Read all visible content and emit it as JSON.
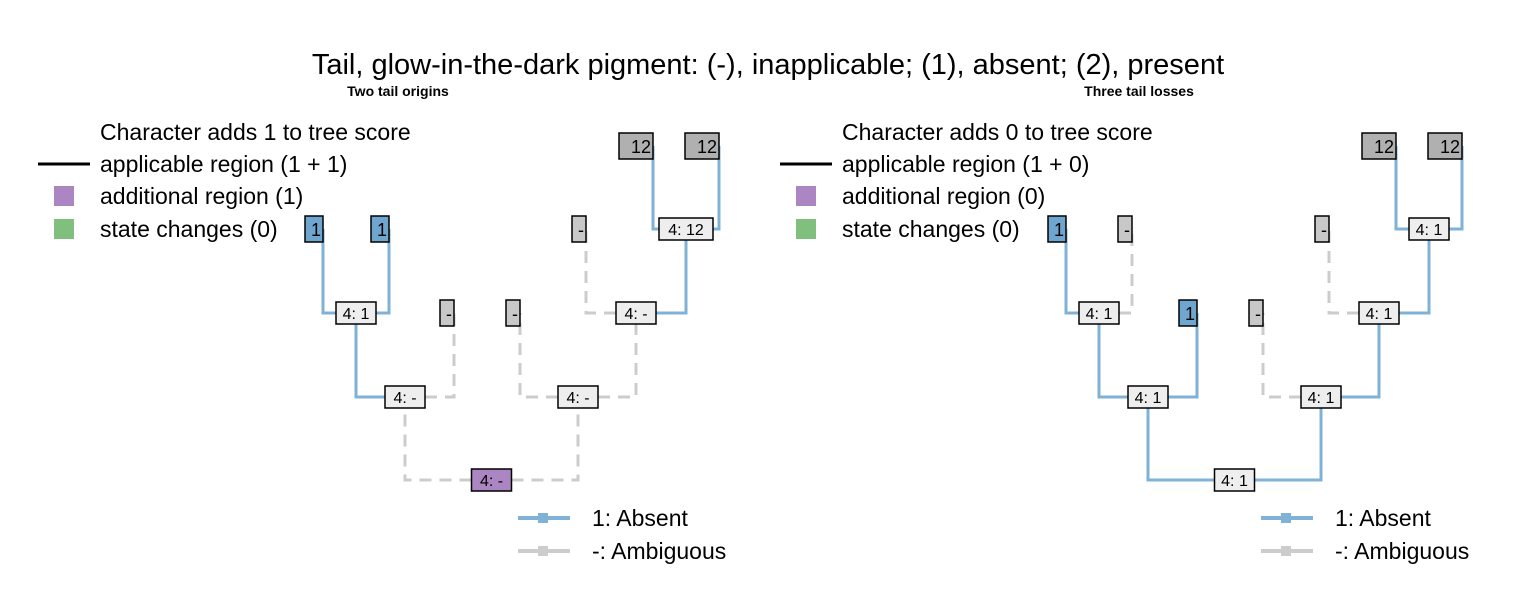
{
  "title": "Tail, glow-in-the-dark pigment: (-), inapplicable; (1), absent; (2), present",
  "colors": {
    "absent": "#7fb2d6",
    "absent_tip": "#6fa6d0",
    "ambiguous": "#cccccc",
    "inapplicable_tip": "#c8c8c8",
    "multi_tip": "#b0b0b0",
    "node_fill": "#eeeeee",
    "additional_region": "#ab86c2",
    "state_changes": "#80bf7e",
    "applicable_region": "#000000"
  },
  "panels": [
    {
      "subtitle": "Two tail origins",
      "legend": {
        "header": "Character adds 1 to tree score",
        "applicable": "applicable region (1 + 1)",
        "additional": "additional region (1)",
        "changes": "state changes (0)"
      },
      "tips": [
        {
          "label": "1",
          "state": "absent"
        },
        {
          "label": "1",
          "state": "absent"
        },
        {
          "label": "-",
          "state": "inapplicable"
        },
        {
          "label": "-",
          "state": "inapplicable"
        },
        {
          "label": "-",
          "state": "inapplicable"
        },
        {
          "label": "12",
          "state": "multi"
        },
        {
          "label": "12",
          "state": "multi"
        }
      ],
      "nodes": [
        {
          "id": "A",
          "label": "4: 1",
          "children": [
            "t0",
            "t1"
          ],
          "edges": [
            "absent",
            "absent"
          ],
          "highlight": false
        },
        {
          "id": "B",
          "label": "4: 12",
          "children": [
            "t5",
            "t6"
          ],
          "edges": [
            "absent",
            "absent"
          ],
          "highlight": false
        },
        {
          "id": "C",
          "label": "4: -",
          "children": [
            "t4",
            "B"
          ],
          "edges": [
            "ambiguous",
            "absent"
          ],
          "highlight": false
        },
        {
          "id": "D",
          "label": "4: -",
          "children": [
            "A",
            "t2"
          ],
          "edges": [
            "absent",
            "ambiguous"
          ],
          "highlight": false
        },
        {
          "id": "E",
          "label": "4: -",
          "children": [
            "t3",
            "C"
          ],
          "edges": [
            "ambiguous",
            "ambiguous"
          ],
          "highlight": false
        },
        {
          "id": "R",
          "label": "4: -",
          "children": [
            "D",
            "E"
          ],
          "edges": [
            "ambiguous",
            "ambiguous"
          ],
          "highlight": true
        }
      ],
      "state_legend": [
        {
          "label": "1: Absent",
          "state": "absent"
        },
        {
          "label": "-: Ambiguous",
          "state": "ambiguous"
        }
      ]
    },
    {
      "subtitle": "Three tail losses",
      "legend": {
        "header": "Character adds 0 to tree score",
        "applicable": "applicable region (1 + 0)",
        "additional": "additional region (0)",
        "changes": "state changes (0)"
      },
      "tips": [
        {
          "label": "1",
          "state": "absent"
        },
        {
          "label": "-",
          "state": "inapplicable"
        },
        {
          "label": "1",
          "state": "absent"
        },
        {
          "label": "-",
          "state": "inapplicable"
        },
        {
          "label": "-",
          "state": "inapplicable"
        },
        {
          "label": "12",
          "state": "multi"
        },
        {
          "label": "12",
          "state": "multi"
        }
      ],
      "nodes": [
        {
          "id": "A",
          "label": "4: 1",
          "children": [
            "t0",
            "t1"
          ],
          "edges": [
            "absent",
            "ambiguous"
          ],
          "highlight": false
        },
        {
          "id": "B",
          "label": "4: 1",
          "children": [
            "t5",
            "t6"
          ],
          "edges": [
            "absent",
            "absent"
          ],
          "highlight": false
        },
        {
          "id": "C",
          "label": "4: 1",
          "children": [
            "t4",
            "B"
          ],
          "edges": [
            "ambiguous",
            "absent"
          ],
          "highlight": false
        },
        {
          "id": "D",
          "label": "4: 1",
          "children": [
            "A",
            "t2"
          ],
          "edges": [
            "absent",
            "absent"
          ],
          "highlight": false
        },
        {
          "id": "E",
          "label": "4: 1",
          "children": [
            "t3",
            "C"
          ],
          "edges": [
            "ambiguous",
            "absent"
          ],
          "highlight": false
        },
        {
          "id": "R",
          "label": "4: 1",
          "children": [
            "D",
            "E"
          ],
          "edges": [
            "absent",
            "absent"
          ],
          "highlight": false
        }
      ],
      "state_legend": [
        {
          "label": "1: Absent",
          "state": "absent"
        },
        {
          "label": "-: Ambiguous",
          "state": "ambiguous"
        }
      ]
    }
  ]
}
